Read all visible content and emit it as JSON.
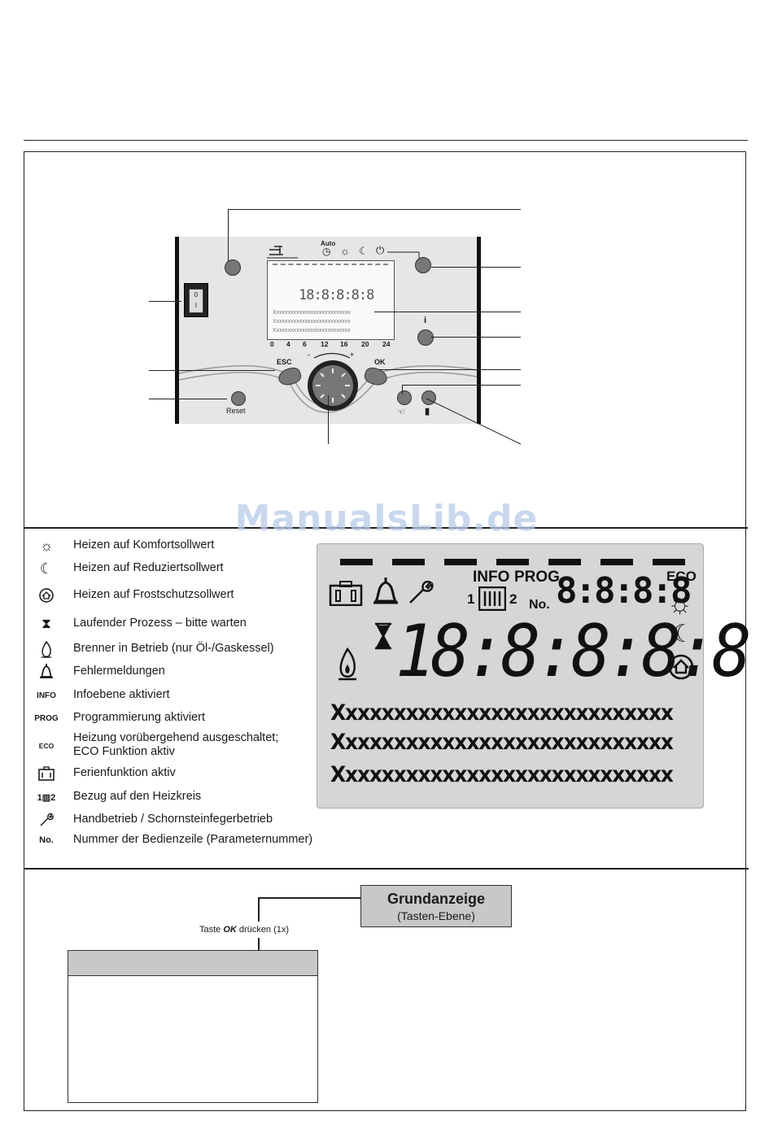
{
  "watermark": "ManualsLib.de",
  "device": {
    "mode_auto_label": "Auto",
    "esc_label": "ESC",
    "ok_label": "OK",
    "reset_label": "Reset",
    "scale": [
      "0",
      "4",
      "6",
      "12",
      "16",
      "20",
      "24"
    ],
    "small_lcd_digits": "18:8:8:8:8",
    "small_lcd_line": "Xxxxxxxxxxxxxxxxxxxxxxxxxxx"
  },
  "legend": [
    {
      "icon": "sun-icon",
      "glyph": "☼",
      "text": "Heizen auf Komfortsollwert"
    },
    {
      "icon": "moon-icon",
      "glyph": "☾",
      "text": "Heizen auf Reduziertsollwert"
    },
    {
      "icon": "frost-icon",
      "glyph": "⌂",
      "text": "Heizen auf Frostschutzsollwert"
    },
    {
      "icon": "hourglass-icon",
      "glyph": "⧗",
      "text": "Laufender Prozess – bitte warten"
    },
    {
      "icon": "flame-icon",
      "glyph": "🔥",
      "text": "Brenner in Betrieb (nur Öl-/Gaskessel)"
    },
    {
      "icon": "bell-icon",
      "glyph": "🔔",
      "text": "Fehlermeldungen"
    },
    {
      "icon": "info-label",
      "label": "INFO",
      "text": "Infoebene aktiviert"
    },
    {
      "icon": "prog-label",
      "label": "PROG",
      "text": "Programmierung aktiviert"
    },
    {
      "icon": "eco-label",
      "label": "ECO",
      "text": "Heizung vorübergehend ausgeschaltet;",
      "text2": "ECO Funktion aktiv"
    },
    {
      "icon": "suitcase-icon",
      "glyph": "🧳",
      "text": "Ferienfunktion aktiv"
    },
    {
      "icon": "radiator-icon",
      "label": "1▥2",
      "text": "Bezug auf den Heizkreis"
    },
    {
      "icon": "wrench-icon",
      "glyph": "🔧",
      "text": "Handbetrieb / Schornsteinfegerbetrieb"
    },
    {
      "icon": "no-label",
      "label": "No.",
      "text": "Nummer der Bedienzeile (Parameternummer)"
    }
  ],
  "lcd": {
    "info": "INFO",
    "prog": "PROG",
    "eco": "ECO",
    "no": "No.",
    "hk1": "1",
    "hk2": "2",
    "small_digits": "8:8:8:8",
    "big_digits": "18:8:8:8:8",
    "text_lines": [
      "Xxxxxxxxxxxxxxxxxxxxxxxxxxxx",
      "Xxxxxxxxxxxxxxxxxxxxxxxxxxxx",
      "Xxxxxxxxxxxxxxxxxxxxxxxxxxxx"
    ]
  },
  "flow": {
    "grund_title": "Grundanzeige",
    "grund_sub": "(Tasten-Ebene)",
    "step_pre": "Taste ",
    "step_key": "OK",
    "step_post": " drücken (1x)"
  }
}
